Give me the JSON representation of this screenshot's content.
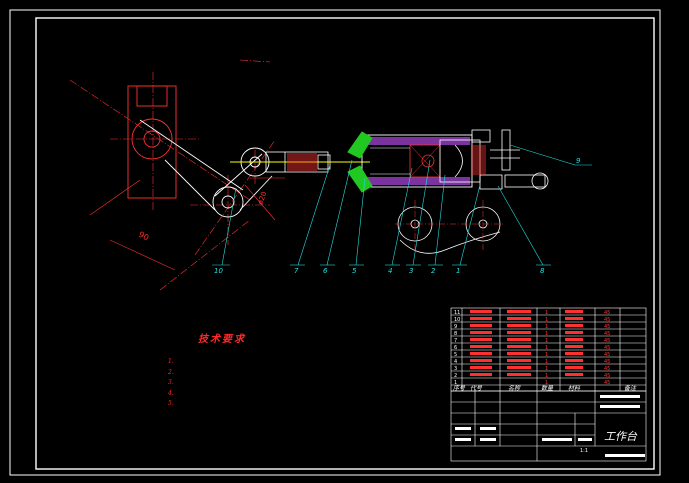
{
  "drawing": {
    "leader_labels": [
      "1",
      "2",
      "3",
      "4",
      "5",
      "6",
      "7",
      "8",
      "9",
      "10"
    ],
    "dimension_labels": [
      "90",
      "ø20"
    ]
  },
  "technical_requirements": {
    "title": "技术要求",
    "items": [
      "1.",
      "2.",
      "3.",
      "4.",
      "5."
    ]
  },
  "title_block": {
    "drawing_name": "工作台",
    "parts_rows": [
      {
        "no": "11",
        "qty": "1",
        "mat": "45"
      },
      {
        "no": "10",
        "qty": "1",
        "mat": "45"
      },
      {
        "no": "9",
        "qty": "1",
        "mat": "45"
      },
      {
        "no": "8",
        "qty": "1",
        "mat": "45"
      },
      {
        "no": "7",
        "qty": "1",
        "mat": "45"
      },
      {
        "no": "6",
        "qty": "1",
        "mat": "45"
      },
      {
        "no": "5",
        "qty": "1",
        "mat": "45"
      },
      {
        "no": "4",
        "qty": "1",
        "mat": "45"
      },
      {
        "no": "3",
        "qty": "1",
        "mat": "45"
      },
      {
        "no": "2",
        "qty": "1",
        "mat": "45"
      },
      {
        "no": "1",
        "qty": "1",
        "mat": "45"
      }
    ],
    "header": {
      "col1": "序号",
      "col2": "代号",
      "col3": "名称",
      "col4": "数量",
      "col5": "材料",
      "col6": "备注"
    },
    "sheet": "1:1"
  }
}
